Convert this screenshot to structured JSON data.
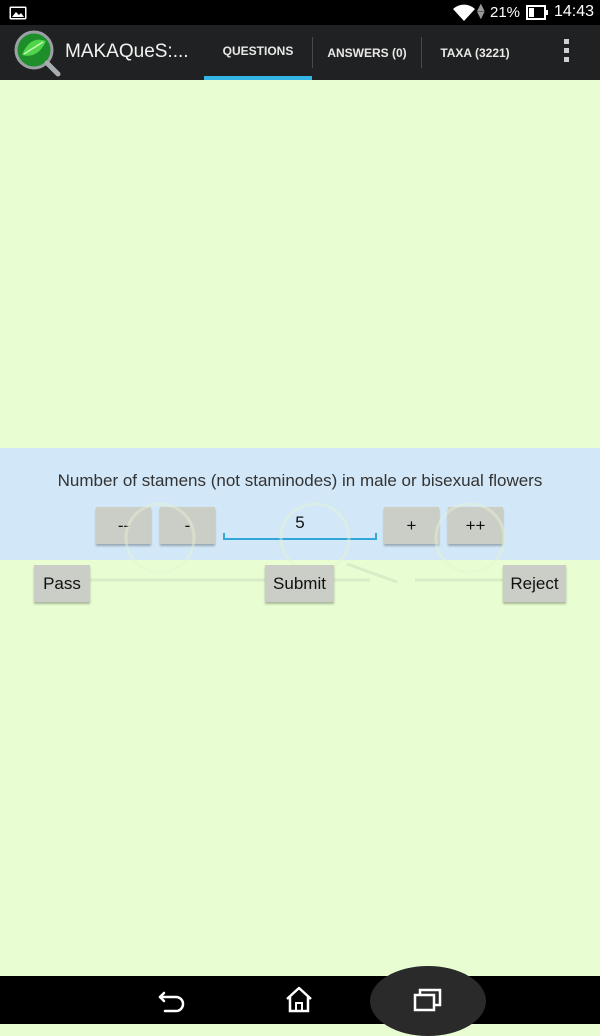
{
  "status_bar": {
    "battery_percent": "21%",
    "time": "14:43",
    "icons": [
      "gallery-icon",
      "wifi-icon",
      "data-arrows-icon",
      "battery-icon"
    ]
  },
  "action_bar": {
    "app_title": "MAKAQueS:...",
    "tabs": [
      {
        "label": "QUESTIONS",
        "active": true
      },
      {
        "label": "ANSWERS (0)",
        "active": false
      },
      {
        "label": "TAXA (3221)",
        "active": false
      }
    ],
    "accent_color": "#33b5e5"
  },
  "question": {
    "text": "Number of stamens (not staminodes) in male or bisexual flowers",
    "buttons": {
      "decrement_more": "--",
      "decrement": "-",
      "increment": "+",
      "increment_more": "++"
    },
    "value": "5"
  },
  "actions": {
    "pass": "Pass",
    "submit": "Submit",
    "reject": "Reject"
  },
  "nav_bar": {
    "icons": [
      "back-icon",
      "home-icon",
      "recents-icon"
    ]
  },
  "colors": {
    "background": "#e8fdd2",
    "question_panel": "#d2e7f7",
    "button": "#cbcdc7"
  }
}
